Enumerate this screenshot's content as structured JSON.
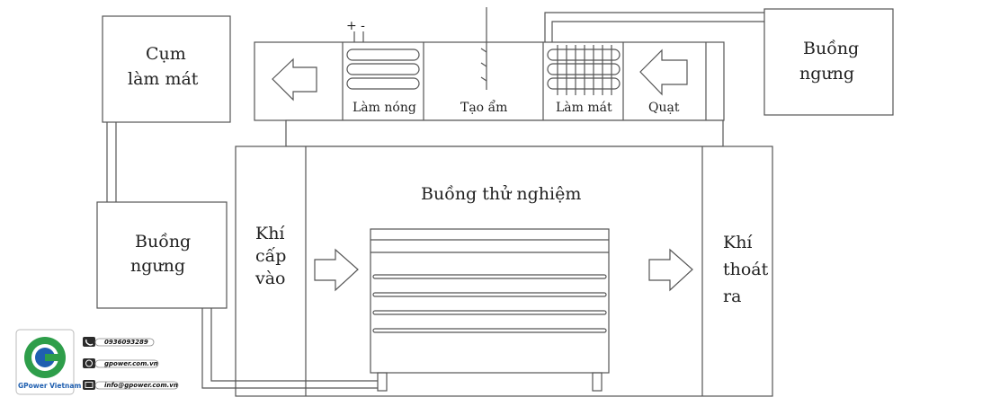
{
  "labels": {
    "cum_lam_mat_1": "Cụm",
    "cum_lam_mat_2": "làm mát",
    "buong_ngung_right_1": "Buồng",
    "buong_ngung_right_2": "ngưng",
    "buong_ngung_left_1": "Buồng",
    "buong_ngung_left_2": "ngưng",
    "lam_nong": "Làm nóng",
    "tao_am": "Tạo ẩm",
    "lam_mat": "Làm mát",
    "quat": "Quạt",
    "buong_thu_nghiem": "Buồng thử nghiệm",
    "khi_cap_vao_1": "Khí",
    "khi_cap_vao_2": "cấp",
    "khi_cap_vao_3": "vào",
    "khi_thoat_ra_1": "Khí",
    "khi_thoat_ra_2": "thoát",
    "khi_thoat_ra_3": "ra",
    "polarity": "+ -"
  },
  "logo": {
    "brand": "GPower Vietnam",
    "phone": "0936093289",
    "website": "gpower.com.vn",
    "email": "info@gpower.com.vn",
    "icons": [
      "phone-icon",
      "globe-icon",
      "mail-icon"
    ]
  },
  "colors": {
    "line": "#555555",
    "watermark": "#2e9e4a",
    "brand_blue": "#1f5fb0",
    "brand_green": "#2e9e4a"
  }
}
